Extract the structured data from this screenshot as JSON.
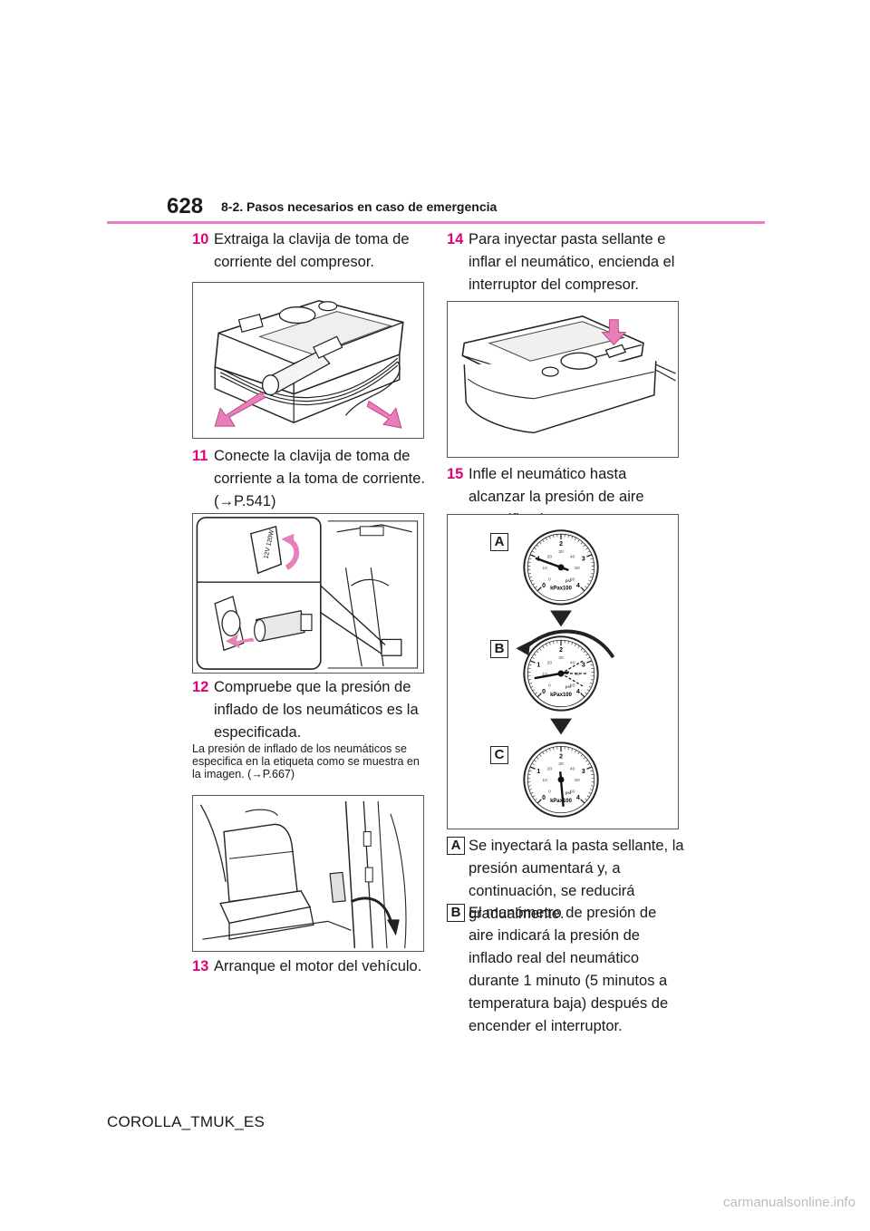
{
  "header": {
    "page_number": "628",
    "section": "8-2. Pasos necesarios en caso de emergencia"
  },
  "steps": {
    "s10": {
      "num": "10",
      "text": "Extraiga la clavija de toma de corriente del compresor."
    },
    "s11": {
      "num": "11",
      "text": "Conecte la clavija de toma de corriente a la toma de corriente. (→P.541)"
    },
    "s12": {
      "num": "12",
      "text": "Compruebe que la presión de inflado de los neumáticos es la especificada."
    },
    "s12_note": "La presión de inflado de los neumáticos se especifica en la etiqueta como se muestra en la imagen. (→P.667)",
    "s13": {
      "num": "13",
      "text": "Arranque el motor del vehículo."
    },
    "s14": {
      "num": "14",
      "text": "Para inyectar pasta sellante e inflar el neumático, encienda el interruptor del compresor."
    },
    "s15": {
      "num": "15",
      "text": "Infle el neumático hasta alcanzar la presión de aire especificada."
    }
  },
  "gauges": {
    "letters": [
      "A",
      "B",
      "C"
    ],
    "unit_label": "kPax100",
    "psi_label": "psi",
    "outer_scale": [
      "0",
      "1",
      "2",
      "3",
      "4"
    ],
    "inner_scale": [
      "0",
      "10",
      "20",
      "30",
      "40",
      "50",
      "60"
    ]
  },
  "plug_label": "12V 120W",
  "legend": [
    {
      "letter": "A",
      "text": "Se inyectará la pasta sellante, la presión aumentará y, a continuación, se reducirá gradualmente."
    },
    {
      "letter": "B",
      "text": "El manómetro de presión de aire indicará la presión de inflado real del neumático durante 1 minuto (5 minutos a temperatura baja) después de encender el interruptor."
    }
  ],
  "footer": "COROLLA_TMUK_ES",
  "watermark": "carmanualsonline.info",
  "colors": {
    "accent": "#e0007a",
    "header_rule": "#e87fc6",
    "arrow_pink": "#e97fb8"
  }
}
